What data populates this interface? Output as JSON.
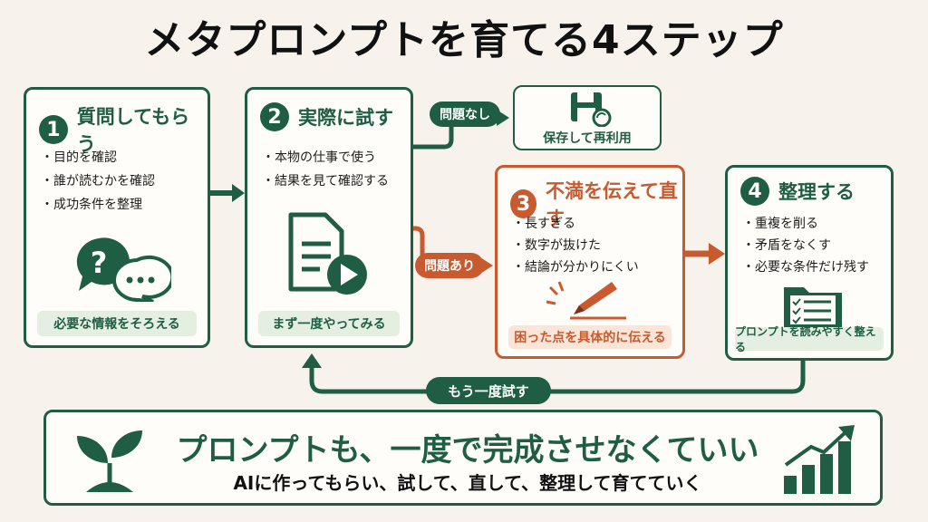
{
  "title": "メタプロンプトを育てる4ステップ",
  "steps": [
    {
      "num": "1",
      "heading": "質問してもらう",
      "bullets": [
        "目的を確認",
        "誰が読むかを確認",
        "成功条件を整理"
      ],
      "footer": "必要な情報をそろえる",
      "icon": "speech-bubbles-icon"
    },
    {
      "num": "2",
      "heading": "実際に試す",
      "bullets": [
        "本物の仕事で使う",
        "結果を見て確認する"
      ],
      "footer": "まず一度やってみる",
      "icon": "document-play-icon"
    },
    {
      "num": "3",
      "heading": "不満を伝えて直す",
      "bullets": [
        "長すぎる",
        "数字が抜けた",
        "結論が分かりにくい"
      ],
      "footer": "困った点を具体的に伝える",
      "icon": "pencil-icon"
    },
    {
      "num": "4",
      "heading": "整理する",
      "bullets": [
        "重複を削る",
        "矛盾をなくす",
        "必要な条件だけ残す"
      ],
      "footer": "プロンプトを読みやすく整える",
      "icon": "checklist-folder-icon"
    }
  ],
  "branch": {
    "no_problem": "問題なし",
    "problem": "問題あり",
    "save_label": "保存して再利用",
    "retry": "もう一度試す"
  },
  "bottom": {
    "main": "プロンプトも、一度で完成させなくていい",
    "sub": "AIに作ってもらい、試して、直して、整理して育てていく"
  },
  "colors": {
    "green": "#1f5e44",
    "orange": "#c95a2f",
    "background": "#f7f3ec"
  }
}
